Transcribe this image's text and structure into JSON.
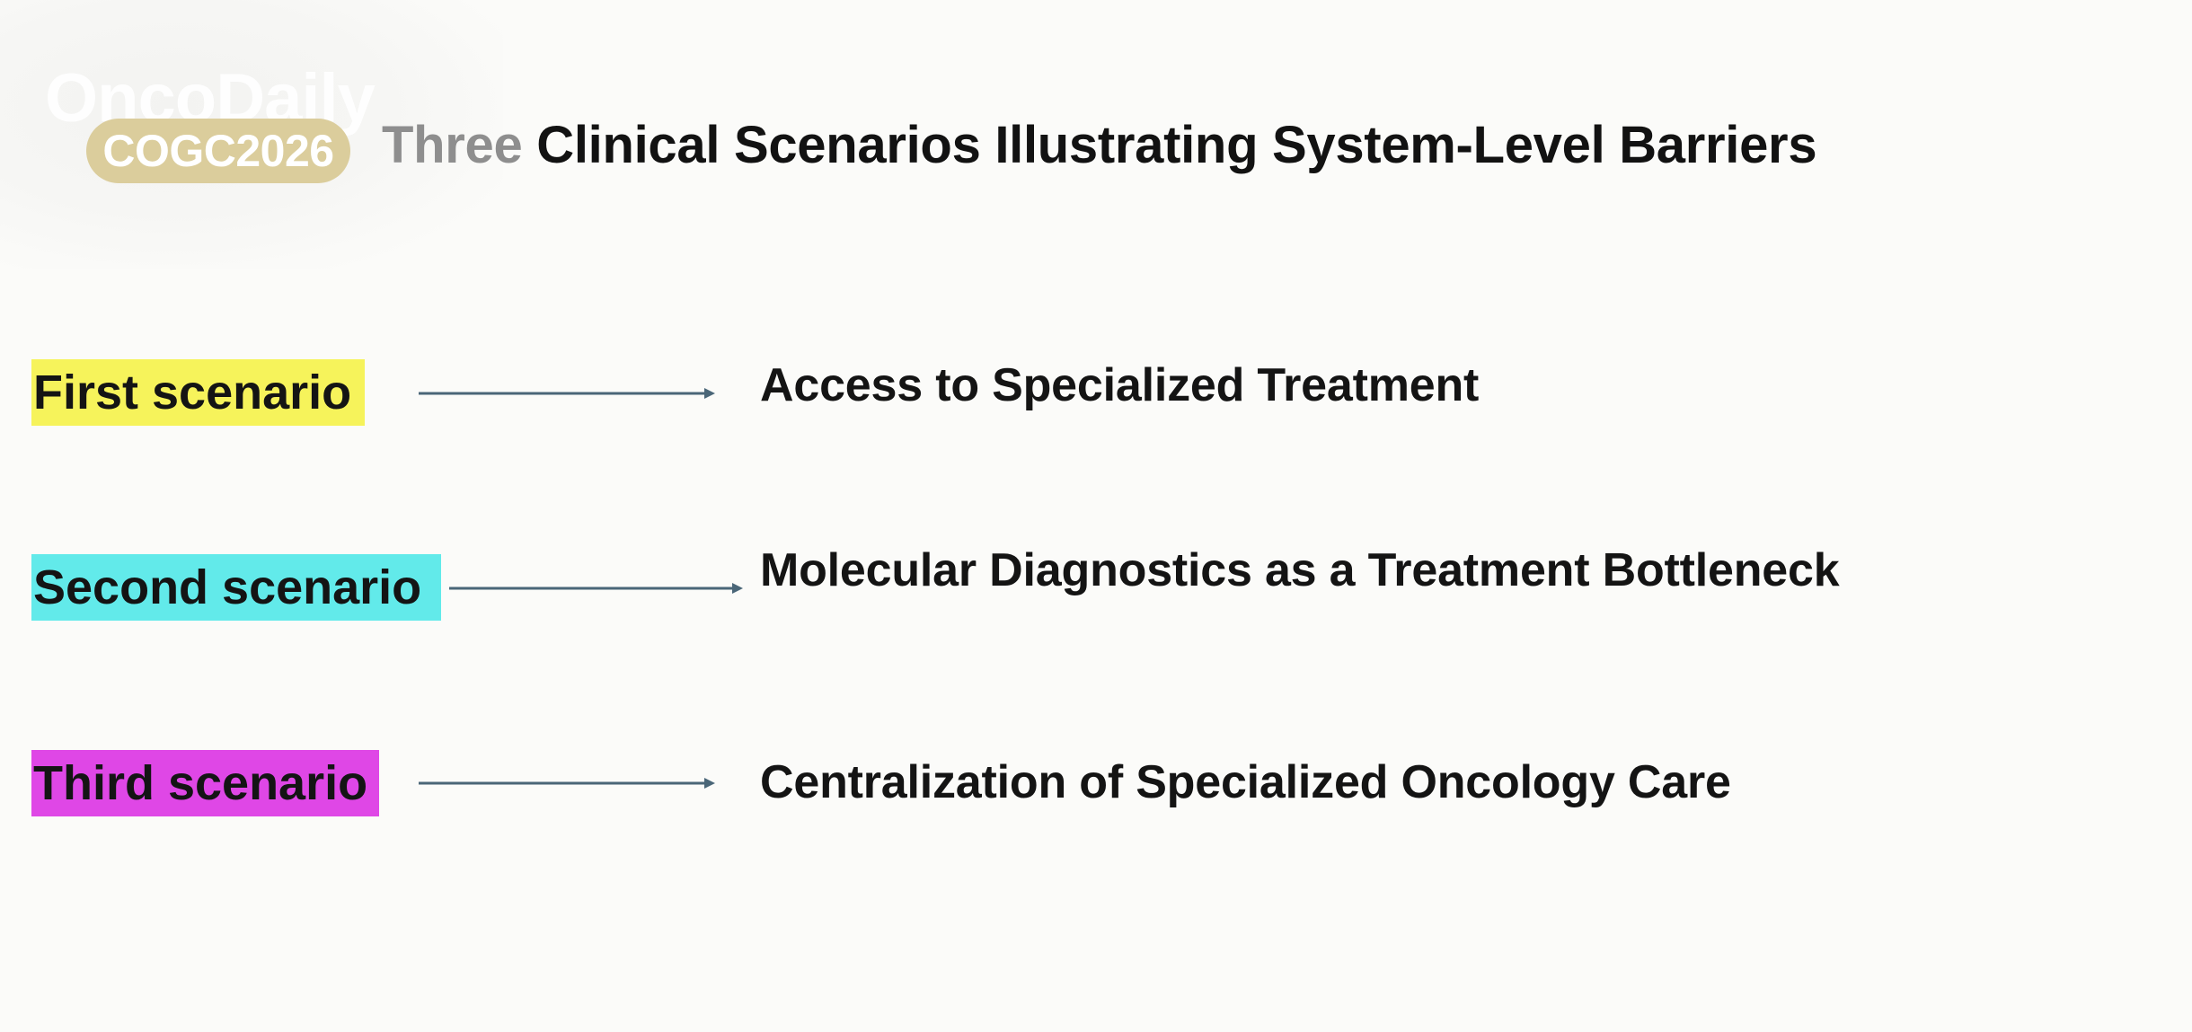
{
  "header": {
    "watermark_logo": "OncoDaily",
    "event_badge": "COGC2026",
    "title_prefix": "Three",
    "title_rest": " Clinical Scenarios Illustrating System-Level Barriers"
  },
  "scenarios": [
    {
      "label": "First scenario",
      "description": "Access to Specialized Treatment",
      "highlight_color": "#f6f35b"
    },
    {
      "label": "Second scenario",
      "description": "Molecular Diagnostics as a Treatment Bottleneck",
      "highlight_color": "#62eaea"
    },
    {
      "label": "Third scenario",
      "description": "Centralization of Specialized Oncology Care",
      "highlight_color": "#df47e6"
    }
  ],
  "colors": {
    "arrow": "#4a6678",
    "badge": "#dbcd9c",
    "text": "#141414"
  }
}
